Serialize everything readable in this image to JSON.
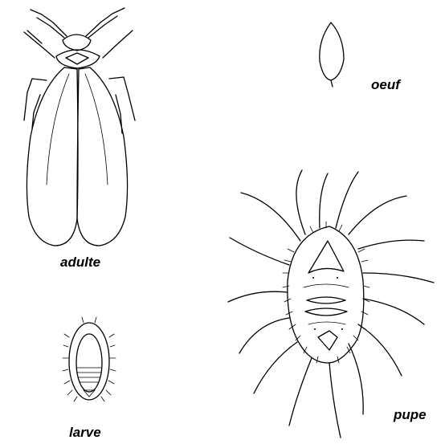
{
  "figure": {
    "labels": {
      "adult": "adulte",
      "egg": "oeuf",
      "larva": "larve",
      "pupa": "pupe"
    },
    "colors": {
      "ink": "#000000",
      "background": "#ffffff"
    }
  }
}
